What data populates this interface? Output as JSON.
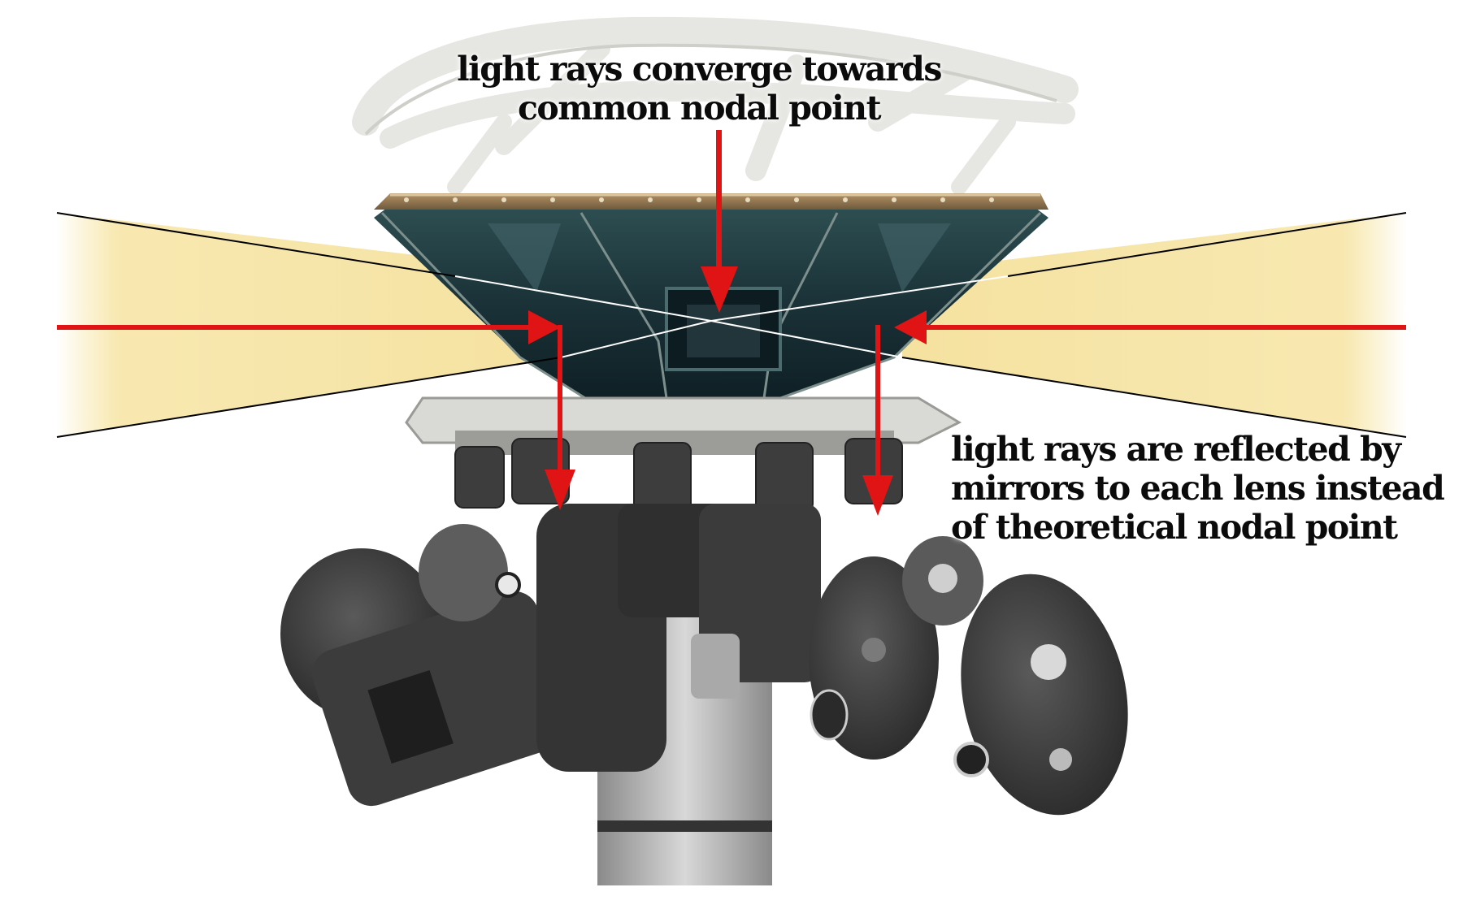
{
  "callouts": {
    "converge": {
      "line1": "light rays converge  towards",
      "line2": "common nodal point"
    },
    "reflected": {
      "line1": "light rays are reflected by",
      "line2": "mirrors to each lens instead",
      "line3": "of theoretical nodal point"
    }
  },
  "colors": {
    "beam_fill": "#f7e6a8",
    "arrow": "#e01414",
    "ray_line": "#000000",
    "mirror_body": "#1d3a42",
    "camera_body": "#3a3a3a",
    "support_frame": "#e6e6e2"
  }
}
